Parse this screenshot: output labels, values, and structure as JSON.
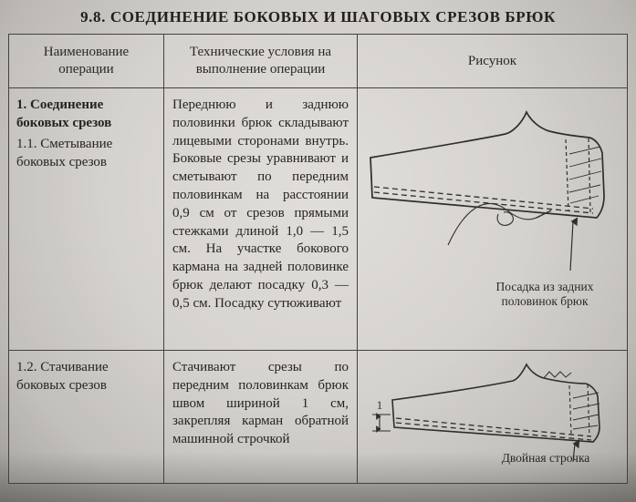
{
  "page": {
    "section_title": "9.8.  СОЕДИНЕНИЕ БОКОВЫХ И ШАГОВЫХ СРЕЗОВ БРЮК"
  },
  "table": {
    "headers": {
      "operation": "Наименование операции",
      "conditions": "Технические условия на выполнение операции",
      "figure": "Рисунок"
    },
    "rows": [
      {
        "operation_group": "1. Соединение боковых срезов",
        "operation": "1.1. Сметывание боковых срезов",
        "conditions": "Переднюю и заднюю половинки брюк складывают лицевыми сторонами внутрь. Боковые срезы уравнивают и сметывают по передним половинкам на расстоянии 0,9 см от срезов прямыми стежками длиной 1,0 — 1,5 см. На участке бокового кармана на задней половинке брюк делают посадку 0,3 — 0,5 см. Посадку сутюживают",
        "figure_caption": "Посадка из задних половинок брюк"
      },
      {
        "operation": "1.2. Стачивание боковых срезов",
        "conditions": "Стачивают срезы по передним половинкам брюк швом шириной 1 см, закрепляя карман обратной машинной строчкой",
        "figure_caption": "Двойная строчка",
        "seam_width_label": "1"
      }
    ]
  }
}
